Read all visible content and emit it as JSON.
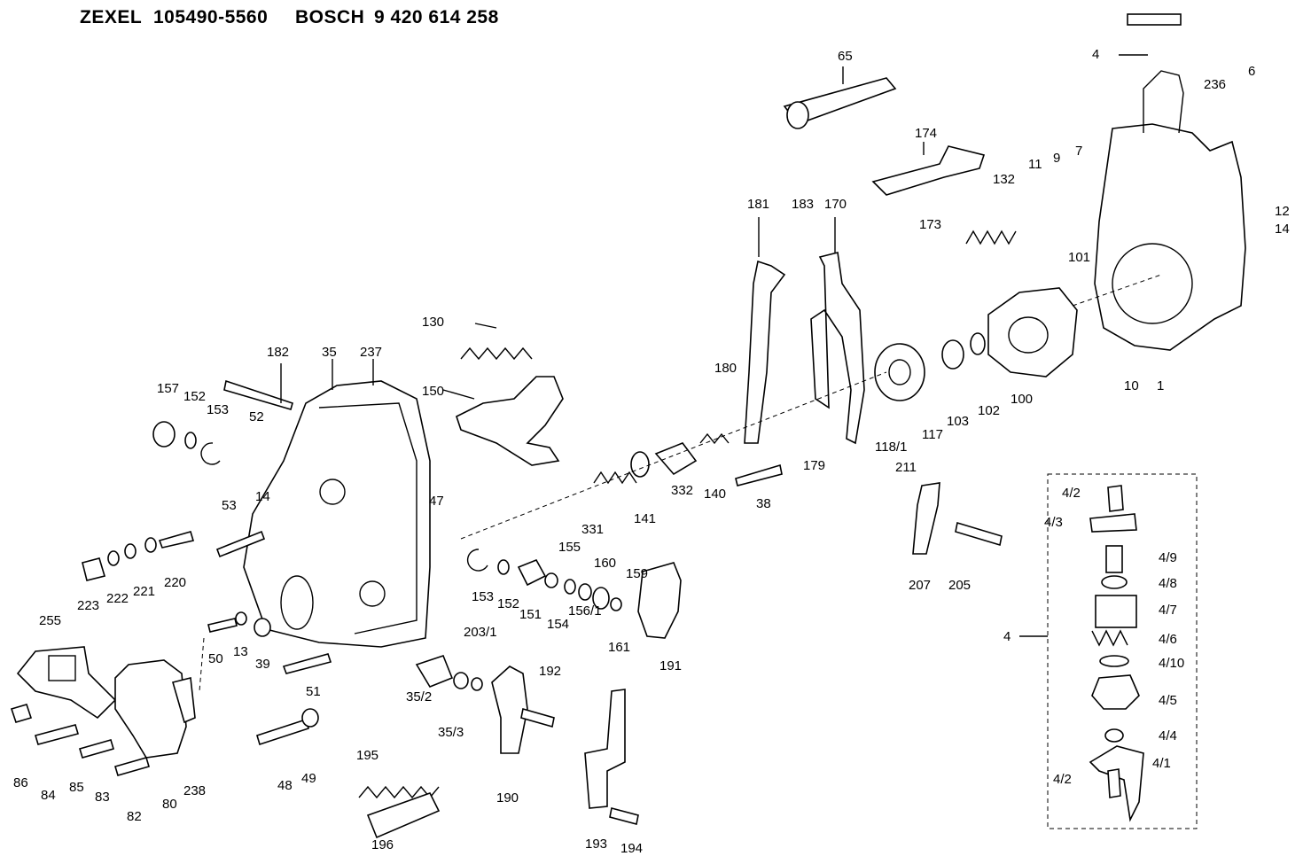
{
  "header": {
    "brand": "ZEXEL",
    "zexel_no": "105490-5560",
    "brand2": "BOSCH",
    "bosch_no": "9 420 614 258"
  },
  "parts": [
    "65",
    "4",
    "236",
    "6",
    "174",
    "7",
    "9",
    "11",
    "12",
    "14",
    "132",
    "173",
    "183",
    "170",
    "181",
    "101",
    "130",
    "1",
    "10",
    "100",
    "102",
    "103",
    "117",
    "118/1",
    "180",
    "179",
    "150",
    "182",
    "35",
    "237",
    "157",
    "152",
    "153",
    "52",
    "47",
    "331",
    "141",
    "332",
    "140",
    "38",
    "211",
    "207",
    "205",
    "53",
    "14",
    "223",
    "222",
    "221",
    "220",
    "153",
    "152",
    "151",
    "154",
    "155",
    "156/1",
    "160",
    "161",
    "159",
    "191",
    "255",
    "50",
    "13",
    "39",
    "51",
    "203/1",
    "35/2",
    "35/3",
    "192",
    "190",
    "86",
    "84",
    "85",
    "83",
    "82",
    "80",
    "238",
    "48",
    "49",
    "195",
    "196",
    "193",
    "194"
  ],
  "inset": {
    "group": "4",
    "items": [
      "4/2",
      "4/3",
      "4/9",
      "4/8",
      "4/7",
      "4/6",
      "4/10",
      "4/5",
      "4/4",
      "4/1",
      "4/2"
    ]
  }
}
